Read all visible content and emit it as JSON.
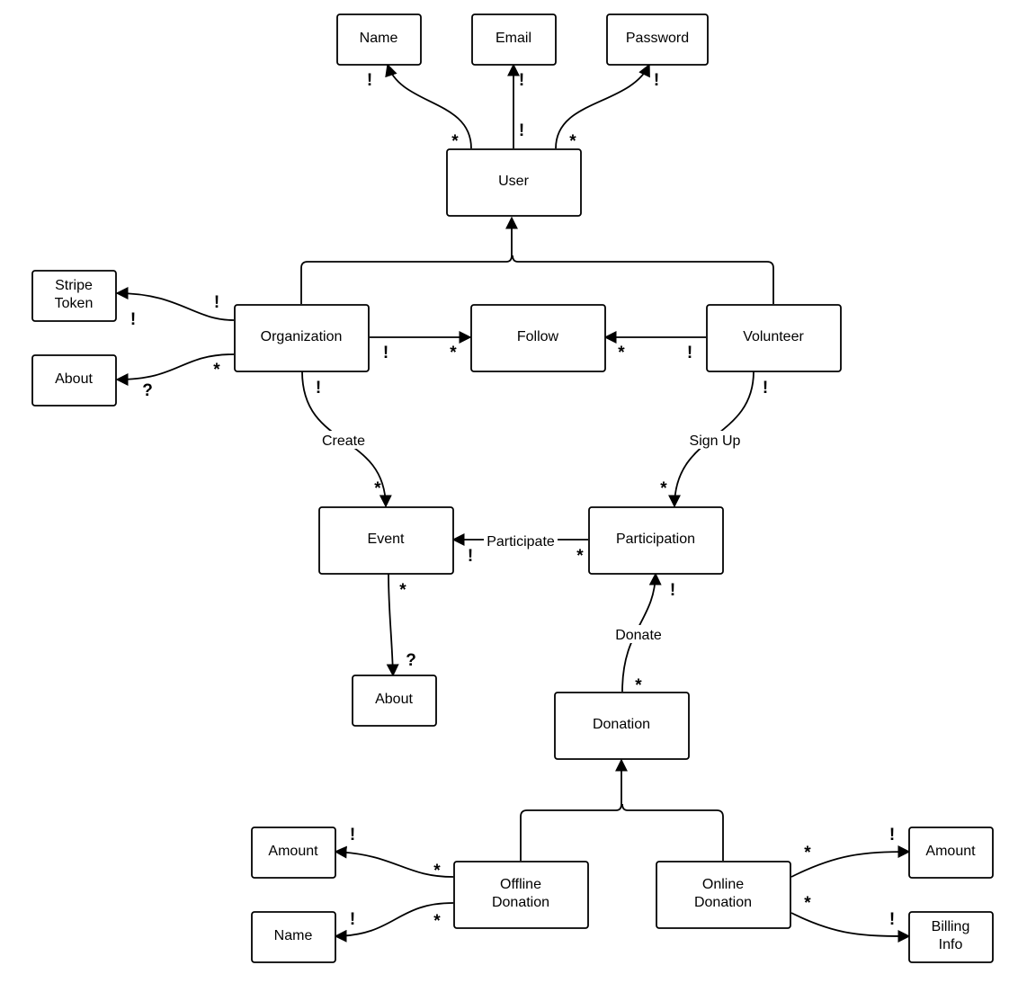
{
  "entities": {
    "name_top": "Name",
    "email": "Email",
    "password": "Password",
    "user": "User",
    "stripe_token": [
      "Stripe",
      "Token"
    ],
    "about_org": "About",
    "organization": "Organization",
    "follow": "Follow",
    "volunteer": "Volunteer",
    "event": "Event",
    "participation": "Participation",
    "about_event": "About",
    "donation": "Donation",
    "amount_offline": "Amount",
    "name_offline": "Name",
    "offline_donation": [
      "Offline",
      "Donation"
    ],
    "online_donation": [
      "Online",
      "Donation"
    ],
    "amount_online": "Amount",
    "billing_info": [
      "Billing",
      "Info"
    ]
  },
  "edge_labels": {
    "create": "Create",
    "sign_up": "Sign Up",
    "participate": "Participate",
    "donate": "Donate"
  },
  "multiplicity": {
    "many": "*",
    "one": "!",
    "optional": "?"
  }
}
